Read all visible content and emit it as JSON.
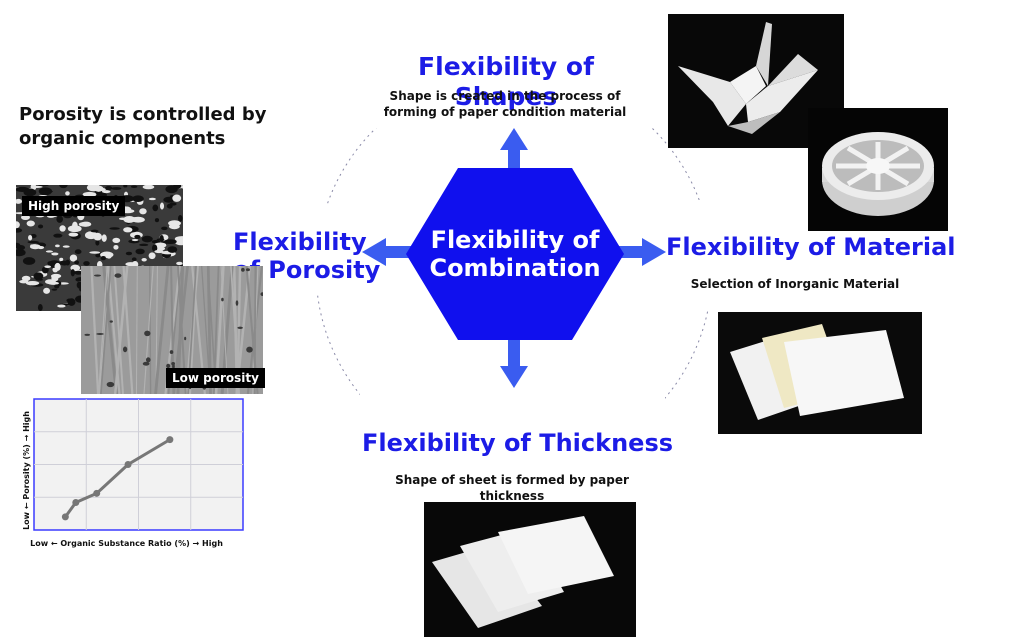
{
  "center": {
    "line1": "Flexibility of",
    "line2": "Combination"
  },
  "shapes": {
    "title": "Flexibility of Shapes",
    "desc1": "Shape is created in the process of",
    "desc2": "forming of paper condition material"
  },
  "porosity": {
    "title1": "Flexibility",
    "title2": "of Porosity",
    "heading1": "Porosity is controlled by",
    "heading2": "organic components",
    "high_tag": "High porosity",
    "low_tag": "Low porosity"
  },
  "material": {
    "title": "Flexibility of Material",
    "desc": "Selection of Inorganic Material"
  },
  "thickness": {
    "title": "Flexibility of Thickness",
    "desc": "Shape of sheet is formed by paper thickness"
  },
  "colors": {
    "accent_blue": "#1c1ce6",
    "arrow_blue": "#3a5cf0",
    "hex_fill": "#1010ee",
    "chart_border": "#3b3bff"
  },
  "chart_data": {
    "type": "line",
    "xlabel": "Low ← Organic Substance Ratio (%) → High",
    "ylabel": "Low ← Porosity (%) → High",
    "xlim": [
      0,
      10
    ],
    "ylim": [
      0,
      10
    ],
    "grid": true,
    "series": [
      {
        "x": [
          1.5,
          2.0,
          3.0,
          4.5,
          6.5
        ],
        "y": [
          1.0,
          2.1,
          2.8,
          5.0,
          6.9
        ]
      }
    ]
  }
}
